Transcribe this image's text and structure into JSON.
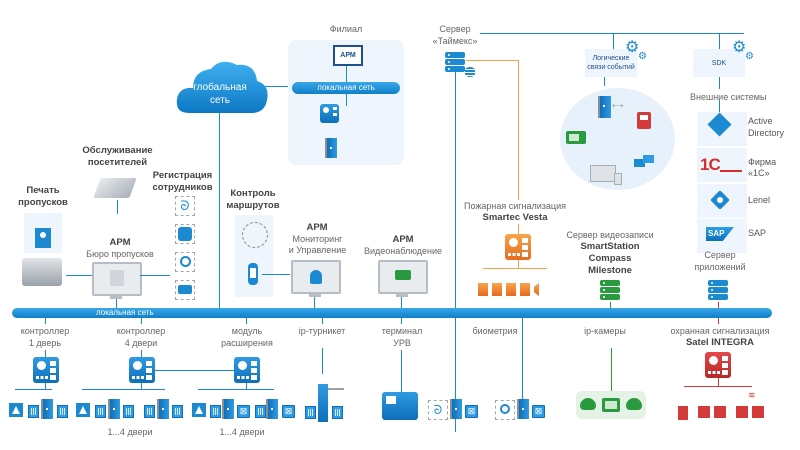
{
  "colors": {
    "network_blue": "#1c8ad0",
    "fire_orange": "#ef8a2a",
    "video_green": "#2a9a3e",
    "security_red": "#d33a3a",
    "panel_bg": "#eef5fc"
  },
  "top": {
    "cloud_label_line1": "глобальная",
    "cloud_label_line2": "сеть",
    "branch": {
      "title": "Филиал",
      "arm_label": "АРМ",
      "bus_label": "локальная сеть"
    },
    "server_taimex": {
      "line1": "Сервер",
      "line2": "«Таймекс»"
    },
    "logic": {
      "label_line1": "Логические",
      "label_line2": "связи событий"
    },
    "sdk": {
      "label": "SDK",
      "external_title": "Внешние системы",
      "systems": [
        {
          "name": "Active Directory",
          "line1": "Active",
          "line2": "Directory",
          "icon": "active-directory-icon"
        },
        {
          "name": "Фирма «1С»",
          "line1": "Фирма «1С»",
          "icon": "1c-logo-icon"
        },
        {
          "name": "Lenel",
          "line1": "Lenel",
          "icon": "lenel-icon"
        },
        {
          "name": "SAP",
          "line1": "SAP",
          "icon": "sap-logo-icon",
          "logo_text": "SAP"
        }
      ]
    }
  },
  "middle": {
    "visitors": {
      "line1": "Обслуживание",
      "line2": "посетителей"
    },
    "badge_print": {
      "line1": "Печать",
      "line2": "пропусков"
    },
    "arm_bureau": {
      "line1": "АРМ",
      "line2": "Бюро пропусков"
    },
    "employee_reg": {
      "line1": "Регистрация",
      "line2": "сотрудников"
    },
    "routes": {
      "line1": "Контроль",
      "line2": "маршрутов"
    },
    "arm_monitoring": {
      "line1": "АРМ",
      "line2": "Мониторинг",
      "line3": "и Управление"
    },
    "arm_video": {
      "line1": "АРМ",
      "line2": "Видеонаблюдение"
    },
    "fire": {
      "line1": "Пожарная сигнализация",
      "line2": "Smartec Vesta"
    },
    "video_server": {
      "line1": "Сервер видеозаписи",
      "line2": "SmartStation",
      "line3": "Compass",
      "line4": "Milestone"
    },
    "app_server": {
      "line1": "Сервер",
      "line2": "приложений"
    }
  },
  "bus": {
    "label": "локальная сеть"
  },
  "bottom": {
    "ctrl1": {
      "line1": "контроллер",
      "line2": "1 дверь"
    },
    "ctrl4": {
      "line1": "контроллер",
      "line2": "4 двери",
      "doors_caption": "1...4 двери"
    },
    "expansion": {
      "line1": "модуль",
      "line2": "расширения",
      "doors_caption": "1...4 двери"
    },
    "turnstile": {
      "line1": "ip-турникет"
    },
    "terminal": {
      "line1": "терминал",
      "line2": "УРВ"
    },
    "biometrics": {
      "line1": "биометрия"
    },
    "ip_cameras": {
      "line1": "ip-камеры"
    },
    "security": {
      "line1": "охранная сигнализация",
      "line2": "Satel INTEGRA"
    }
  }
}
